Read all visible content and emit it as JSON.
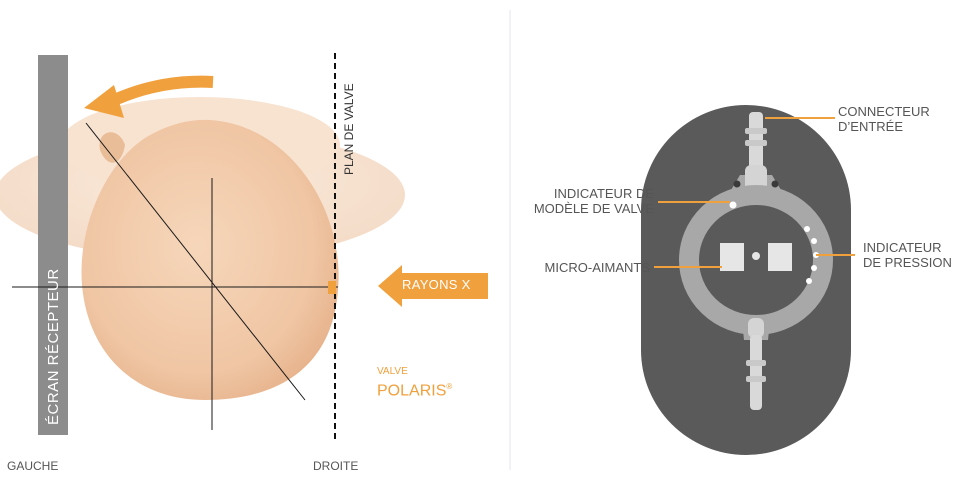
{
  "left": {
    "screen_label": "ÉCRAN RÉCEPTEUR",
    "valve_plane_label": "PLAN DE VALVE",
    "xray_label": "RAYONS X",
    "valve_label_small": "VALVE",
    "valve_label_brand": "POLARIS",
    "valve_label_reg": "®",
    "left_side_label": "GAUCHE",
    "right_side_label": "DROITE"
  },
  "right": {
    "connector_line1": "CONNECTEUR",
    "connector_line2": "D’ENTRÉE",
    "model_indicator_line1": "INDICATEUR DE",
    "model_indicator_line2": "MODÈLE DE VALVE",
    "micro_magnets": "MICRO-AIMANTS",
    "pressure_indicator_line1": "INDICATEUR",
    "pressure_indicator_line2": "DE PRESSION"
  },
  "colors": {
    "accent_orange": "#f0a03c",
    "screen_gray": "#8c8c8c",
    "skull_beige": "#f2cdb0",
    "device_dark": "#5a5a5a",
    "label_gray": "#555555"
  }
}
